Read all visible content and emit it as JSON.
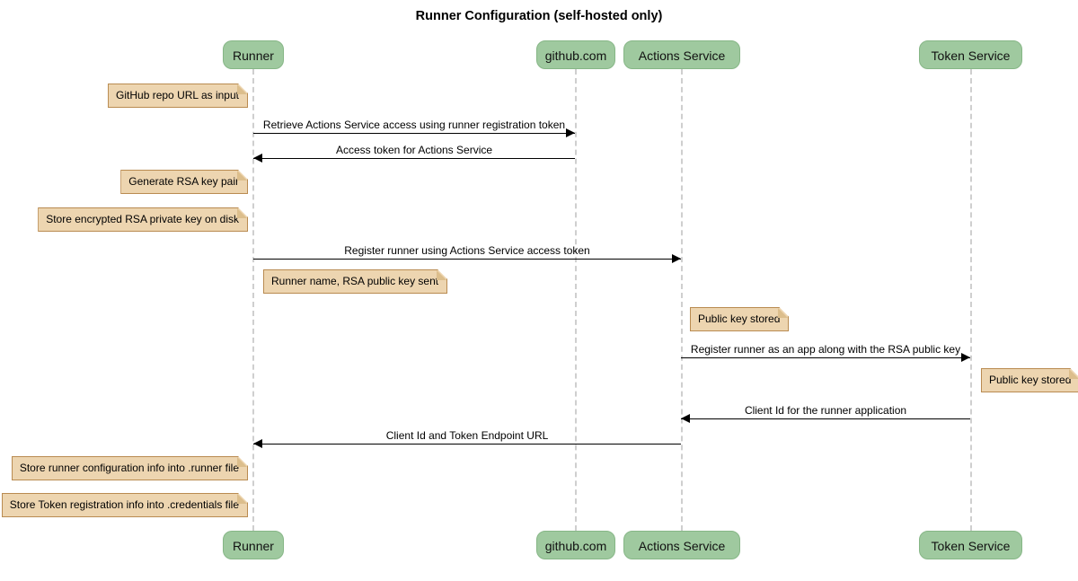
{
  "diagram_type": "sequence",
  "title": "Runner Configuration (self-hosted only)",
  "participants": [
    {
      "label": "Runner"
    },
    {
      "label": "github.com"
    },
    {
      "label": "Actions Service"
    },
    {
      "label": "Token Service"
    }
  ],
  "messages": [
    {
      "from": "Runner",
      "to": "github.com",
      "label": "Retrieve Actions Service access using runner registration token"
    },
    {
      "from": "github.com",
      "to": "Runner",
      "label": "Access token for Actions Service"
    },
    {
      "from": "Runner",
      "to": "Actions Service",
      "label": "Register runner using Actions Service access token"
    },
    {
      "from": "Actions Service",
      "to": "Token Service",
      "label": "Register runner as an app along with the RSA public key"
    },
    {
      "from": "Token Service",
      "to": "Actions Service",
      "label": "Client Id for the runner application"
    },
    {
      "from": "Actions Service",
      "to": "Runner",
      "label": "Client Id and Token Endpoint URL"
    }
  ],
  "notes": [
    {
      "text": "GitHub repo URL as input",
      "anchor": "left of Runner"
    },
    {
      "text": "Generate RSA key pair",
      "anchor": "left of Runner"
    },
    {
      "text": "Store encrypted RSA private key on disk",
      "anchor": "left of Runner"
    },
    {
      "text": "Runner name, RSA public key sent",
      "anchor": "right of Runner"
    },
    {
      "text": "Public key stored",
      "anchor": "right of Actions Service"
    },
    {
      "text": "Public key stored",
      "anchor": "right of Token Service"
    },
    {
      "text": "Store runner configuration info into .runner file",
      "anchor": "left of Runner"
    },
    {
      "text": "Store Token registration info into .credentials file",
      "anchor": "left of Runner"
    }
  ],
  "colors": {
    "participant_fill": "#9FC99F",
    "participant_border": "#86B686",
    "note_fill": "#EDD5B0",
    "note_border": "#B98B51",
    "lifeline": "#CFCFCF",
    "arrow": "#000000",
    "background": "#FFFFFF"
  }
}
